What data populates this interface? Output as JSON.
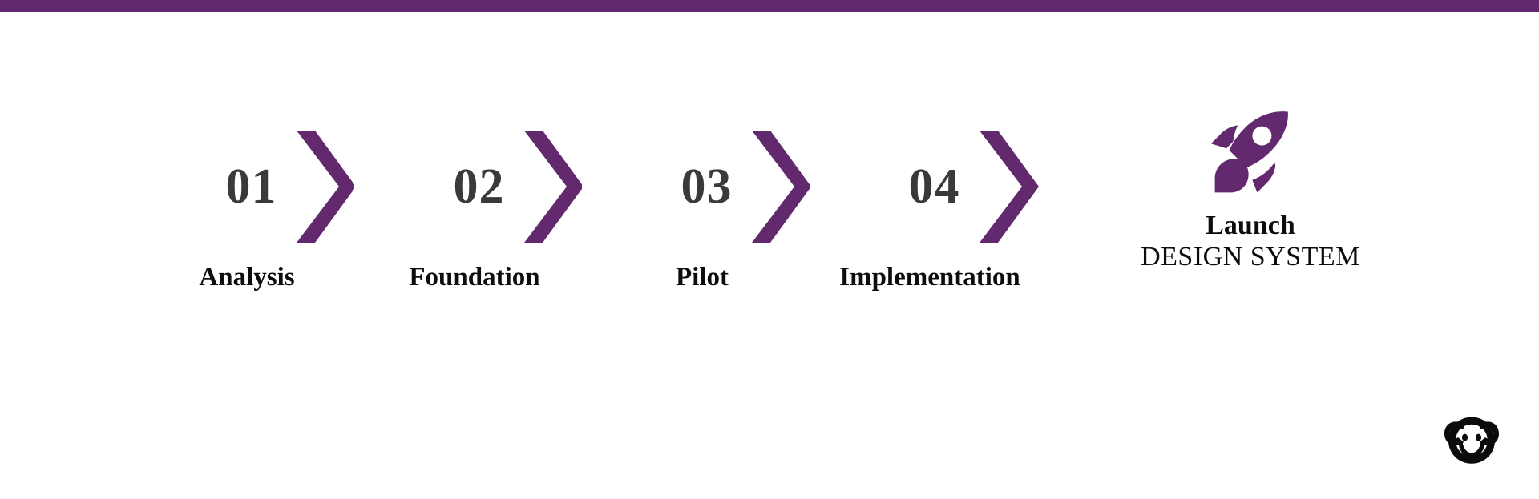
{
  "theme": {
    "accent_purple": "#62296e",
    "number_color": "#3a3a3a",
    "label_color": "#0d0d0d",
    "background": "#ffffff",
    "logo_color": "#000000"
  },
  "top_band": {
    "name": "top-accent-band",
    "color": "#62296e"
  },
  "process": {
    "steps": [
      {
        "number": "01",
        "label": "Analysis"
      },
      {
        "number": "02",
        "label": "Foundation"
      },
      {
        "number": "03",
        "label": "Pilot"
      },
      {
        "number": "04",
        "label": "Implementation"
      }
    ]
  },
  "launch": {
    "icon": "rocket-icon",
    "line1": "Launch",
    "line2": "DESIGN SYSTEM"
  },
  "brand": {
    "logo": "monkey-face-logo"
  }
}
